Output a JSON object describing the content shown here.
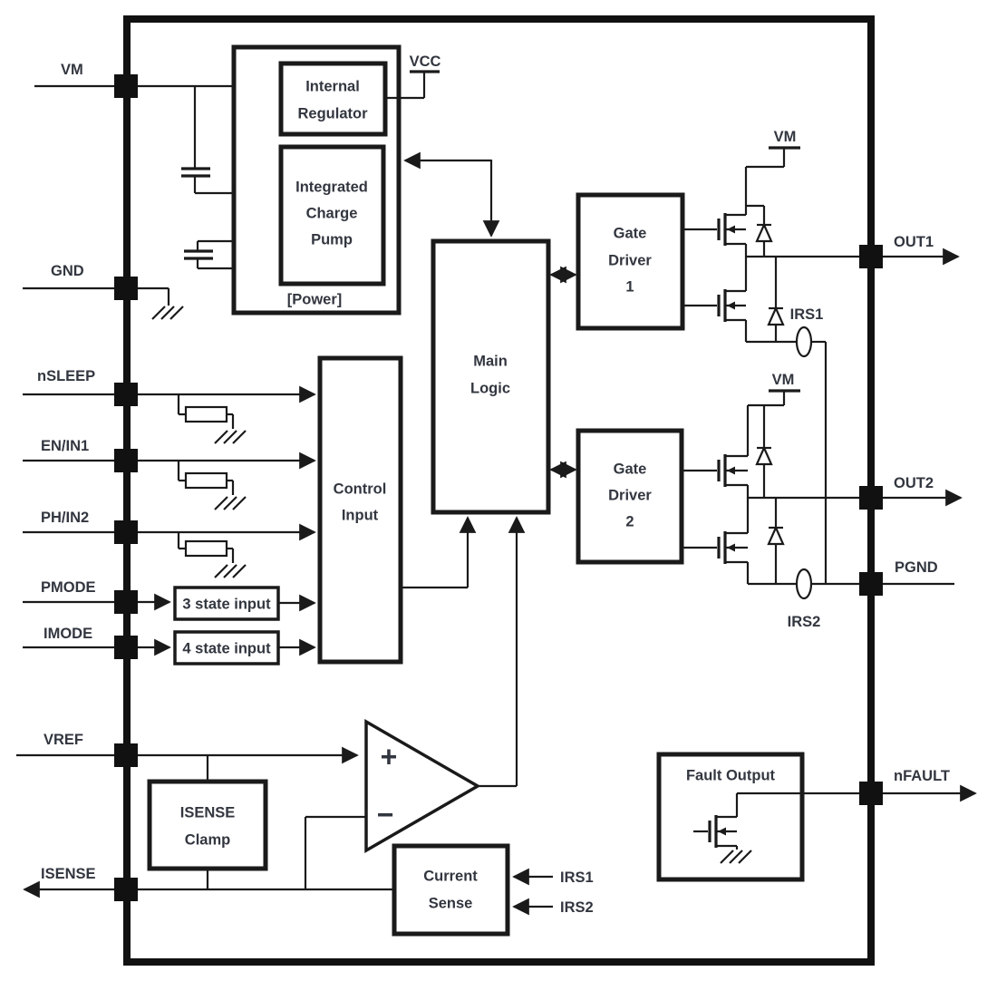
{
  "pins": {
    "vm": "VM",
    "gnd": "GND",
    "nsleep": "nSLEEP",
    "en_in1": "EN/IN1",
    "ph_in2": "PH/IN2",
    "pmode": "PMODE",
    "imode": "IMODE",
    "vref": "VREF",
    "isense": "ISENSE",
    "out1": "OUT1",
    "out2": "OUT2",
    "pgnd": "PGND",
    "nfault": "nFAULT"
  },
  "supplies": {
    "vcc": "VCC",
    "vm_hb1": "VM",
    "vm_hb2": "VM"
  },
  "nets": {
    "irs1": "IRS1",
    "irs2": "IRS2",
    "irs1_input": "IRS1",
    "irs2_input": "IRS2"
  },
  "blocks": {
    "power_label": "[Power]",
    "internal_regulator": [
      "Internal",
      "Regulator"
    ],
    "charge_pump": [
      "Integrated",
      "Charge",
      "Pump"
    ],
    "main_logic": [
      "Main",
      "Logic"
    ],
    "control_input": [
      "Control",
      "Input"
    ],
    "gate_driver1": [
      "Gate",
      "Driver",
      "1"
    ],
    "gate_driver2": [
      "Gate",
      "Driver",
      "2"
    ],
    "state3": "3 state input",
    "state4": "4 state input",
    "isense_clamp": [
      "ISENSE",
      "Clamp"
    ],
    "current_sense": [
      "Current",
      "Sense"
    ],
    "fault_output": "Fault Output"
  },
  "comparator": {
    "plus": "+",
    "minus": "−"
  },
  "colors": {
    "line": "#1a1a1a",
    "text": "#32363f",
    "background": "#ffffff"
  }
}
